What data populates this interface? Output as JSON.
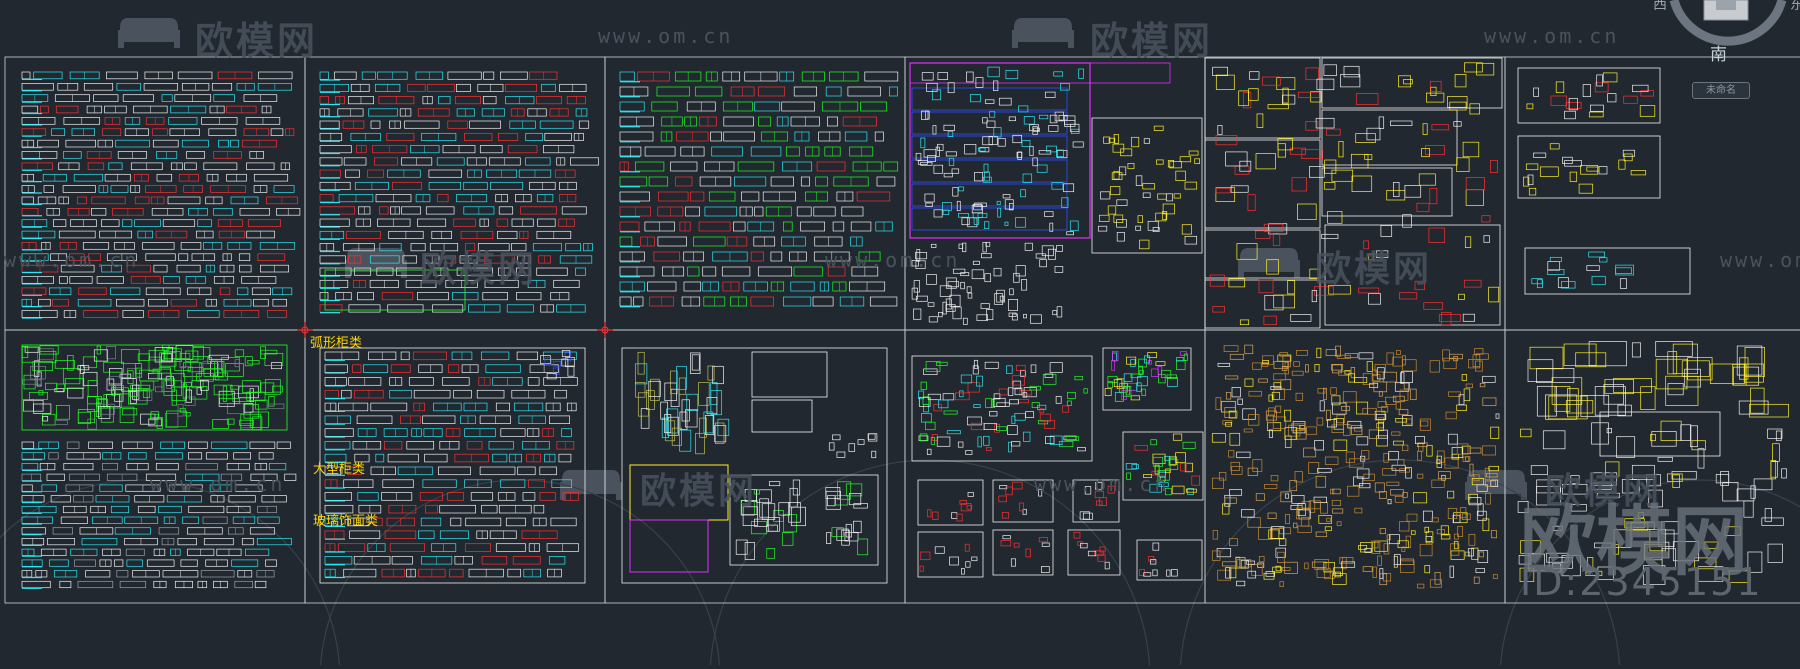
{
  "watermark": {
    "logo_text": "欧模网",
    "url_text": "www.om.cn",
    "id_text": "ID:2345151"
  },
  "viewcube": {
    "compass_label": "南",
    "left_letter": "西",
    "right_letter": "东",
    "nav_button_label": "未命名"
  },
  "sheet_labels": {
    "arc_cabinet": "弧形柜类",
    "large_cabinet": "大型柜类",
    "glass_panel": "玻璃饰面类"
  },
  "colors": {
    "background": "#212830",
    "frame": "#cfd6dd",
    "cyan": "#2ee6f0",
    "white": "#f0f0f0",
    "red": "#ff3030",
    "green": "#22ff22",
    "yellow": "#ffef2a",
    "magenta": "#e030ff",
    "blue": "#3050ff",
    "orange": "#c88a30",
    "watermark": "#4a535d"
  },
  "icons": [
    "sofa-logo-icon",
    "viewcube-icon",
    "ucs-marker-icon"
  ]
}
